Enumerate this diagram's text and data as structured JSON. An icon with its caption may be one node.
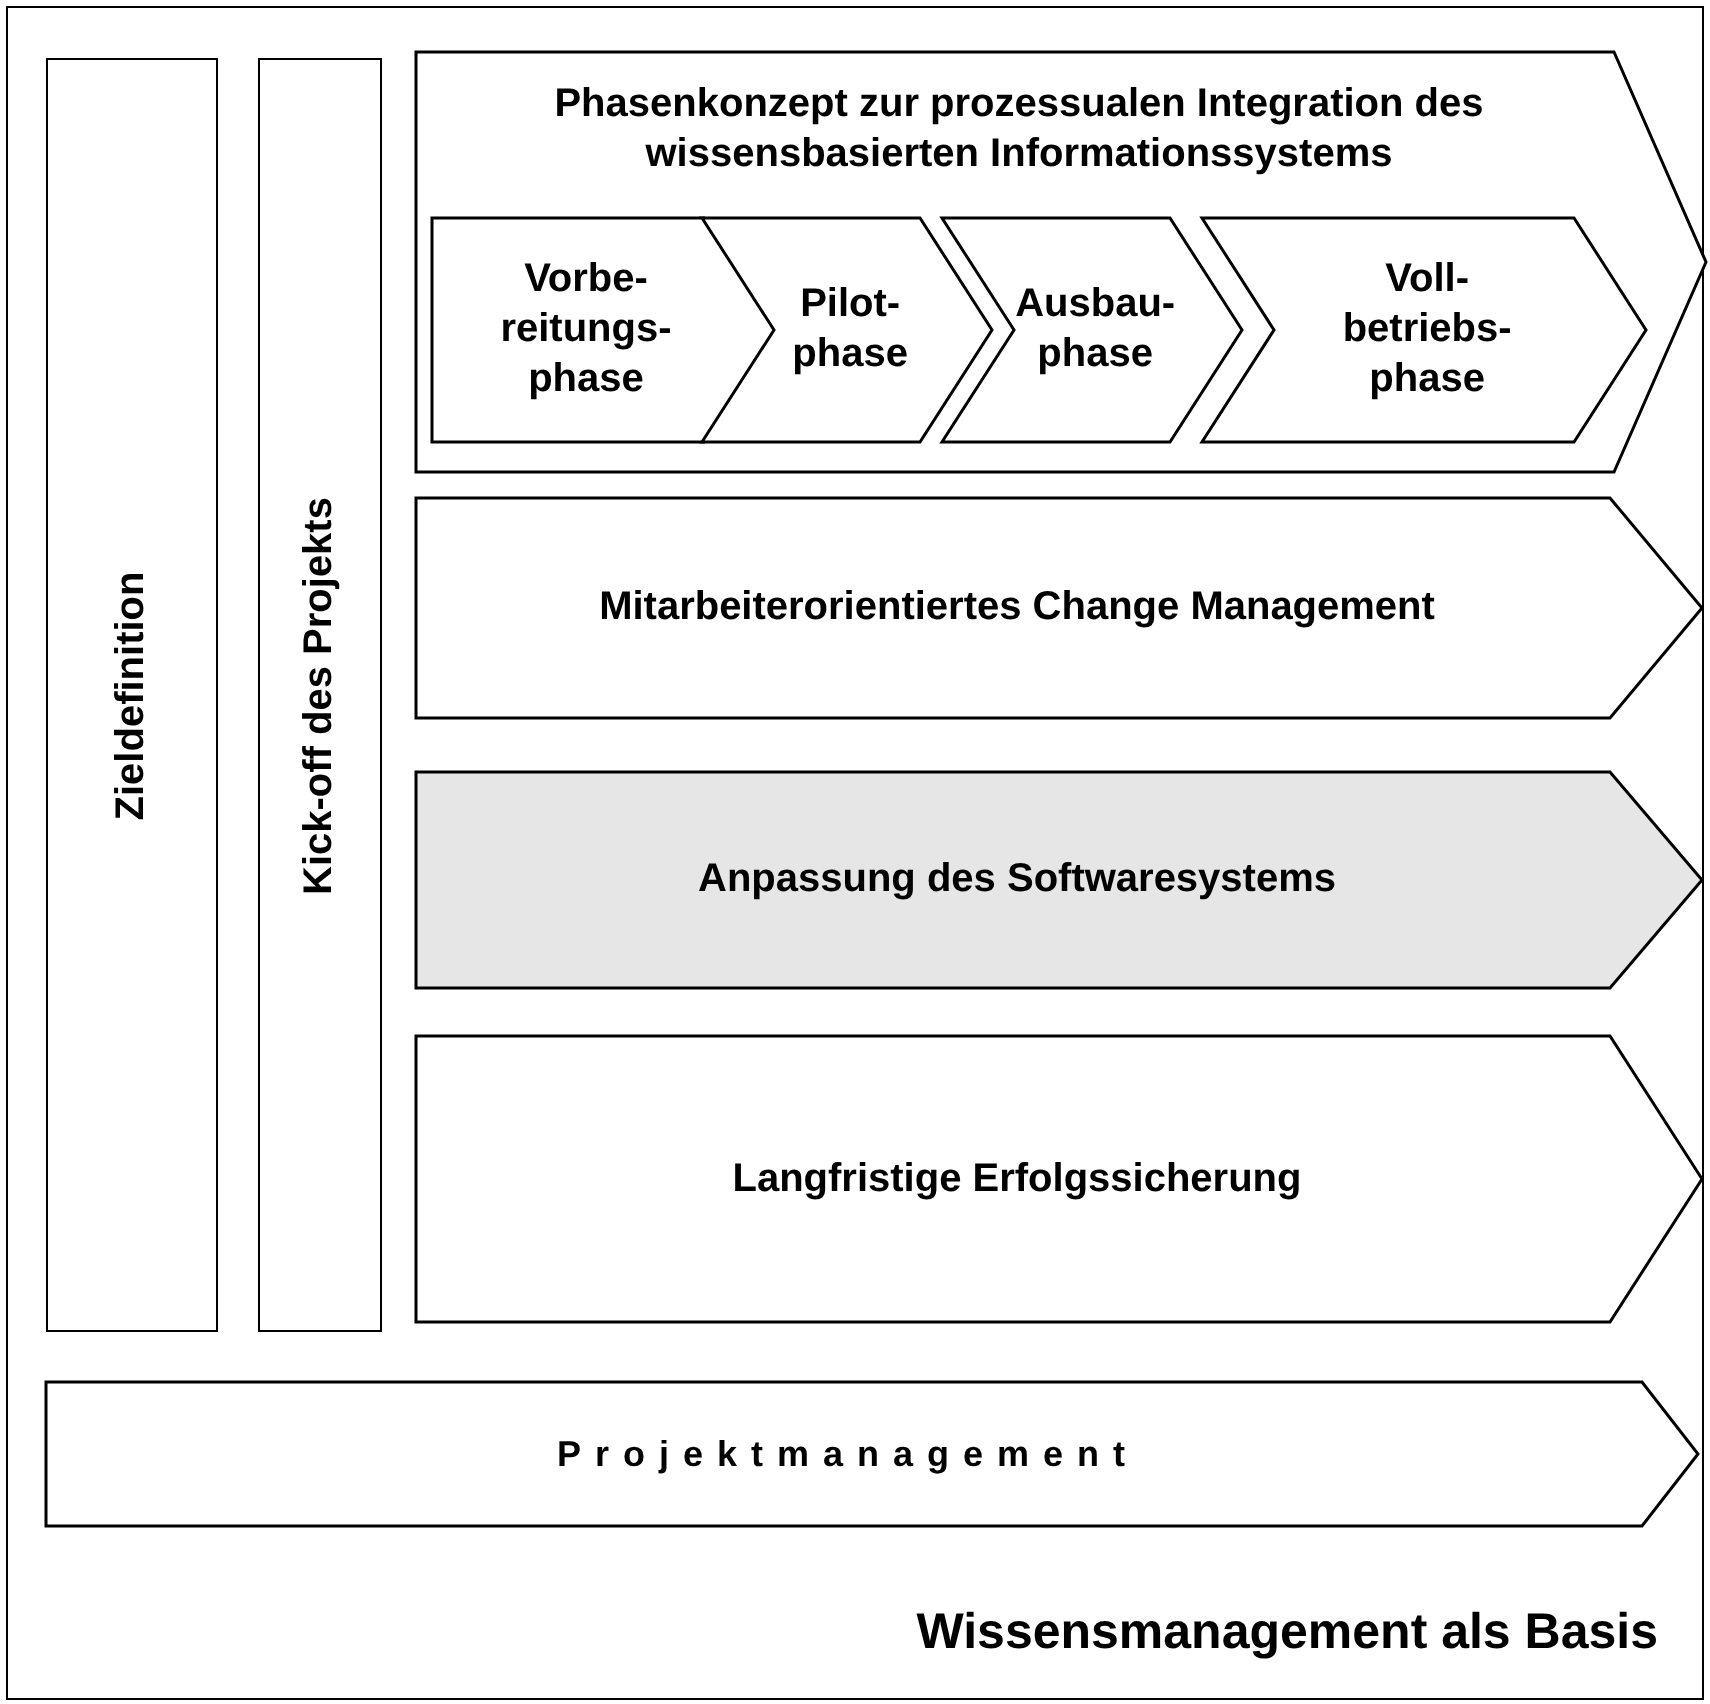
{
  "diagram": {
    "nodes": [
      {
        "text": [
          "Wissensmanagement als Basis"
        ]
      },
      {
        "text": [
          "Zieldefinition"
        ],
        "in": 0
      },
      {
        "text": [
          "Kick-off des Projekts"
        ],
        "in": 0
      },
      {
        "text": [
          "Phasenkonzept zur prozessualen Integration des wissensbasierten Informationssystems"
        ],
        "in": 0
      },
      {
        "text": [
          "Vorbe- reitungs- phase"
        ],
        "in": 3
      },
      {
        "text": [
          "Pilot- phase"
        ],
        "in": 3
      },
      {
        "text": [
          "Ausbau- phase"
        ],
        "in": 3
      },
      {
        "text": [
          "Voll- betriebs- phase"
        ],
        "in": 3
      },
      {
        "text": [
          "Mitarbeiterorientiertes Change Management"
        ],
        "in": 0
      },
      {
        "text": [
          "Anpassung des Softwaresystems"
        ],
        "in": 0
      },
      {
        "text": [
          "Langfristige Erfolgssicherung"
        ],
        "in": 0
      },
      {
        "text": [
          "Projektmanagement"
        ],
        "in": 0
      }
    ]
  }
}
